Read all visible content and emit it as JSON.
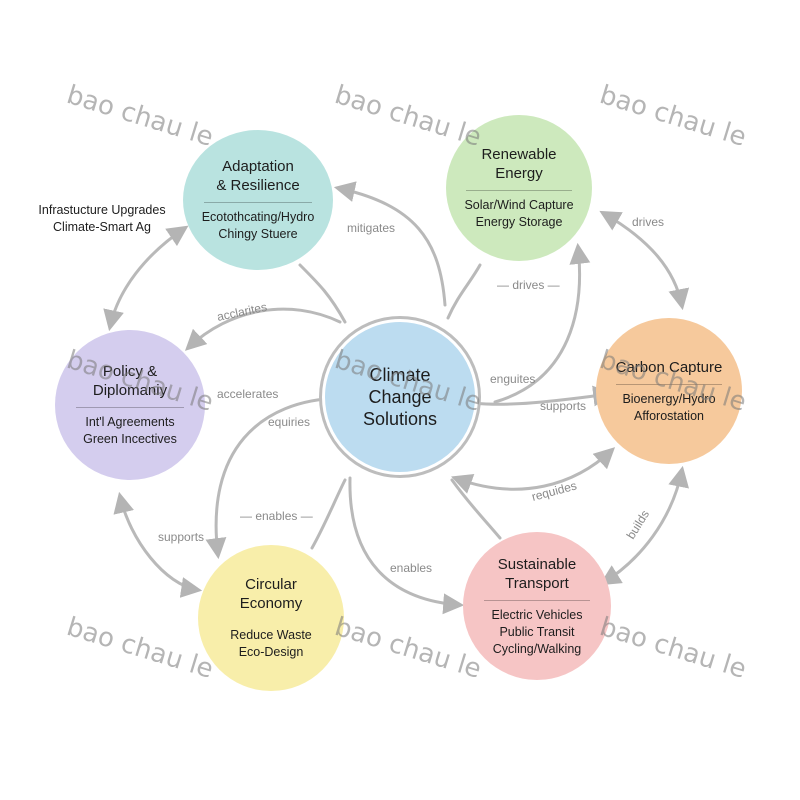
{
  "center": {
    "title_line1": "Climate Change",
    "title_line2": "Solutions",
    "color": "#bcdcf0"
  },
  "nodes": {
    "adaptation": {
      "title_line1": "Adaptation",
      "title_line2": "& Resilience",
      "items": [
        "Ecotothcating/Hydro",
        "Chingy Stuere"
      ],
      "color": "#b9e3e0"
    },
    "renewable": {
      "title_line1": "Renewable Energy",
      "title_line2": "",
      "items": [
        "Solar/Wind Capture",
        "Energy Storage"
      ],
      "color": "#cde9bd"
    },
    "carbon": {
      "title_line1": "Carbon Capture",
      "title_line2": "",
      "items": [
        "Bioenergy/Hydro",
        "Afforostation"
      ],
      "color": "#f6c99c"
    },
    "transport": {
      "title_line1": "Sustainable Transport",
      "title_line2": "",
      "items": [
        "Electric Vehicles",
        "Public Transit",
        "Cycling/Walking"
      ],
      "color": "#f6c5c5"
    },
    "circular": {
      "title_line1": "Circular Economy",
      "title_line2": "",
      "items": [
        "Reduce Waste",
        "Eco-Design"
      ],
      "color": "#f8eeaa"
    },
    "policy": {
      "title_line1": "Policy &",
      "title_line2": "Diplomaniy",
      "items": [
        "Int'l Agreements",
        "Green Incectives"
      ],
      "color": "#d4cdee"
    }
  },
  "side_note": {
    "lines": [
      "Infrastucture Upgrades",
      "Climate-Smart Ag"
    ]
  },
  "edge_labels": {
    "mitigates": "mitigates",
    "drives_top": "— drives —",
    "drives_right": "drives",
    "acclarites": "acclarites",
    "accelerates": "accelerates",
    "enguites": "enguites",
    "supports_right": "supports",
    "equiries": "equiries",
    "requides": "requides",
    "builds": "builds",
    "enables_left": "— enables —",
    "enables_bottom": "enables",
    "supports_left": "supports"
  },
  "watermark": {
    "text": "bao chau le"
  },
  "colors": {
    "arrow": "#b4b4b4",
    "label": "#8a8a8a"
  }
}
